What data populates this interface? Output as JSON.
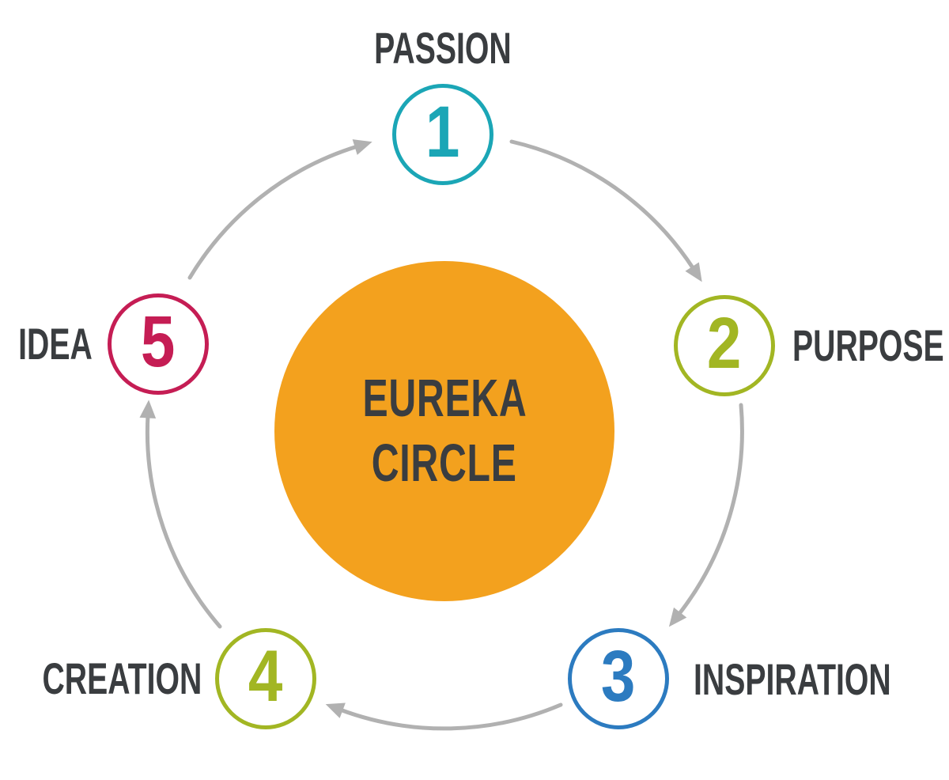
{
  "diagram": {
    "type": "cycle",
    "direction": "clockwise",
    "center": {
      "title_line1": "EUREKA",
      "title_line2": "CIRCLE",
      "fill_color": "#F3A11E",
      "text_color": "#3A3D40"
    },
    "nodes": [
      {
        "number": "1",
        "label": "PASSION",
        "color": "#1BA6B6",
        "label_side": "top",
        "position": "top"
      },
      {
        "number": "2",
        "label": "PURPOSE",
        "color": "#A2B623",
        "label_side": "right",
        "position": "upper-right"
      },
      {
        "number": "3",
        "label": "INSPIRATION",
        "color": "#2C7BC0",
        "label_side": "right",
        "position": "lower-right"
      },
      {
        "number": "4",
        "label": "CREATION",
        "color": "#A2B623",
        "label_side": "left",
        "position": "lower-left"
      },
      {
        "number": "5",
        "label": "IDEA",
        "color": "#C51D54",
        "label_side": "left",
        "position": "upper-left"
      }
    ],
    "arrows": {
      "color": "#B1B1B1",
      "sequence": [
        "1→2",
        "2→3",
        "3→4",
        "4→5",
        "5→1"
      ]
    },
    "label_text_color": "#3A3D40"
  }
}
